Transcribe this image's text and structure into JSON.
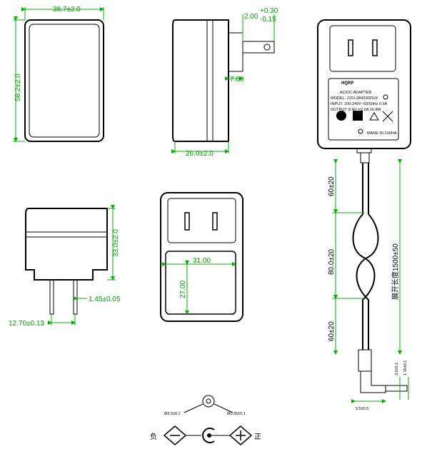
{
  "dimensions": {
    "width_front": "38.7±2.0",
    "height_front": "58.2±2.0",
    "pin_offset": "2.00",
    "pin_tol_plus": "+0.30",
    "pin_tol_minus": "-0.15",
    "pin_length": "7.00",
    "depth_side": "26.0±2.0",
    "height_bottom": "33.0±2.0",
    "pin_thickness": "1.45±0.05",
    "pin_spacing": "12.70±0.13",
    "face_width": "31.00",
    "face_height": "27.00",
    "cable_top": "60±20",
    "cable_mid": "80.0±20",
    "cable_bottom": "60±20",
    "cable_total": "展开长度1500±50",
    "plug_od": "3.5±0.1",
    "plug_id": "1.35±0.1",
    "plug_length": "9.5±0.5"
  },
  "label": {
    "brand": "HQRP",
    "line1": "AC/DC ADAPTER",
    "line2": "MODEL: J151-084200DUX",
    "line3": "INPUT: 100-240V~50/60Hz 0.6A",
    "line4": "OUTPUT: 8.4V ⎓2.0A 16.8W",
    "made_in": "MADE IN CHINA"
  },
  "polarity": {
    "od": "Ø3.5±0.1",
    "id": "Ø1.35±0.1",
    "negative": "负",
    "positive": "正"
  }
}
